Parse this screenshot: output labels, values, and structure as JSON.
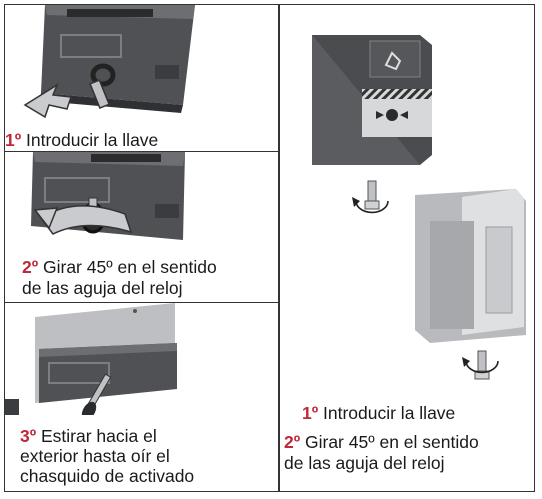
{
  "left_steps": [
    {
      "number": "1º",
      "text": "Introducir la llave"
    },
    {
      "number": "2º",
      "line1": "Girar 45º en el sentido",
      "line2": "de las aguja del  reloj"
    },
    {
      "number": "3º",
      "line1": "Estirar hacia el",
      "line2": "exterior hasta oír el",
      "line3": "chasquido de activado"
    }
  ],
  "right_steps": [
    {
      "number": "1º",
      "text": "Introducir la llave"
    },
    {
      "number": "2º",
      "line1": "Girar 45º en el sentido",
      "line2": "de las aguja del  reloj"
    }
  ],
  "colors": {
    "step_number": "#c0273a",
    "device_body": "#5a5c60",
    "device_light": "#b8babd",
    "border": "#333333"
  },
  "icons": [
    "key-icon",
    "insert-arrow-icon",
    "rotate-arrow-icon",
    "call-point-device",
    "back-box-device"
  ]
}
